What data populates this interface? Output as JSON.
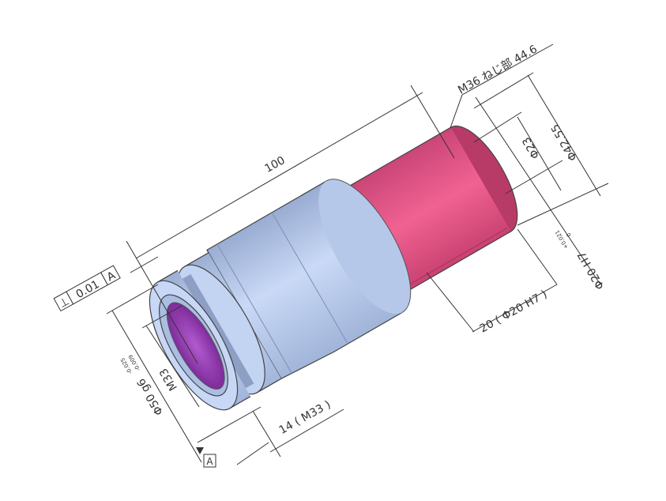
{
  "colors": {
    "body": "#b8cbec",
    "thread": "#e85a8a",
    "bore": "#9b3fb5",
    "line": "#333333"
  },
  "dimensions": {
    "overall_length": "100",
    "thread_note": "M36 ねじ部 44.6",
    "dia_23": "Φ23",
    "dia_42": "Φ42.55",
    "dia_20_h7": "Φ20 H7",
    "dia_20_tol_upper": "+0.021",
    "dia_20_tol_lower": "0",
    "bore_depth": "20 ( Φ20 H7 )",
    "thread_depth": "14 ( M33 )",
    "m33": "M33",
    "dia_50_g6": "Φ50 g6",
    "dia_50_tol_upper": "-0.009",
    "dia_50_tol_lower": "-0.025"
  },
  "gdt": {
    "symbol": "⊥",
    "tolerance": "0.01",
    "datum": "A"
  },
  "datum_label": "A"
}
